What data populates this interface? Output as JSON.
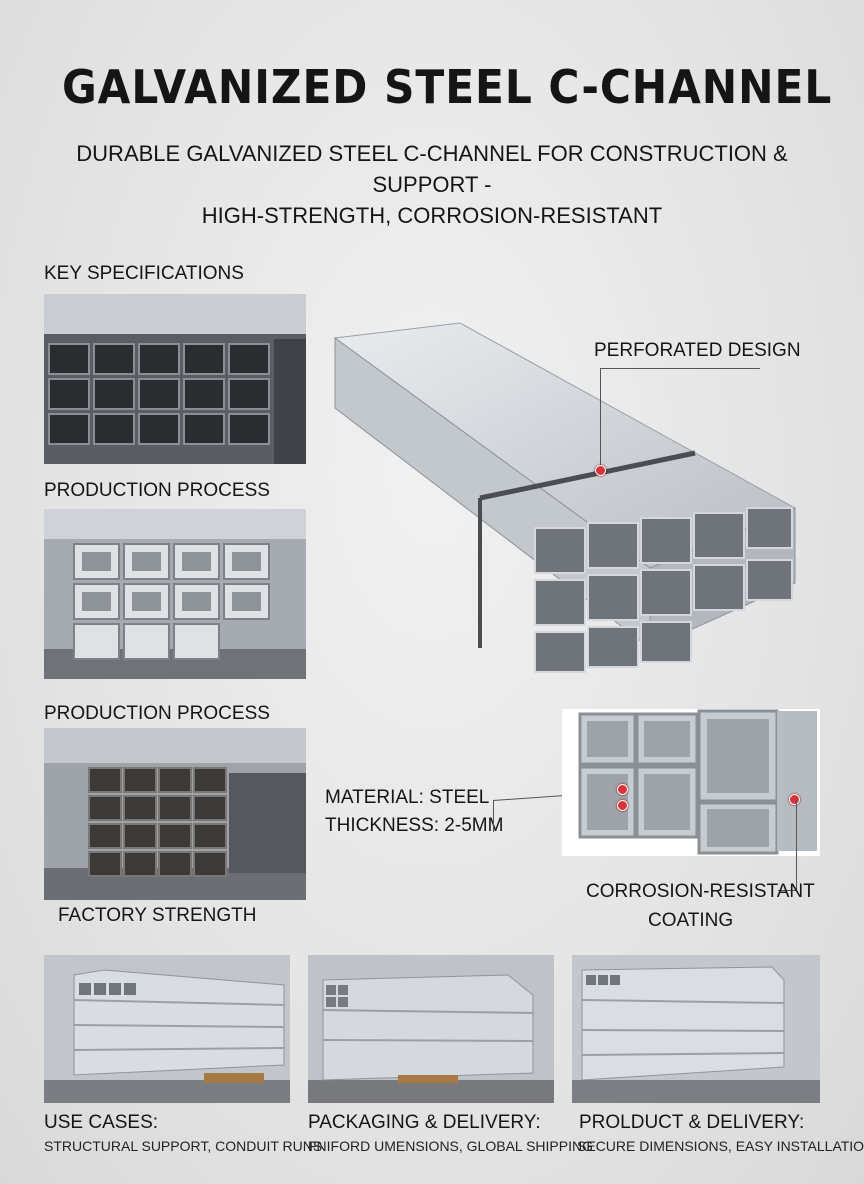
{
  "title": "GALVANIZED STEEL C-CHANNEL",
  "subtitle_line1": "DURABLE GALVANIZED STEEL C-CHANNEL FOR CONSTRUCTION & SUPPORT -",
  "subtitle_line2": "HIGH-STRENGTH, CORROSION-RESISTANT",
  "left_column": {
    "key_specifications": "KEY SPECIFICATIONS",
    "production_process_1": "PRODUCTION PROCESS",
    "production_process_2": "PRODUCTION PROCESS",
    "factory_strength": "FACTORY STRENGTH"
  },
  "callouts": {
    "perforated_design": "PERFORATED DESIGN",
    "material": "MATERIAL: STEEL",
    "thickness": "THICKNESS: 2-5MM",
    "corrosion_line1": "CORROSION-RESISTANT",
    "corrosion_line2": "COATING"
  },
  "bottom_cards": [
    {
      "heading": "USE CASES:",
      "detail": "STRUCTURAL SUPPORT, CONDUIT RUNS"
    },
    {
      "heading": "PACKAGING & DELIVERY:",
      "detail": "FNIFORD UMENSIONS, GLOBAL SHIPPING"
    },
    {
      "heading": "PROLDUCT & DELIVERY:",
      "detail": "SECURE DIMENSIONS, EASY INSTALLATION"
    }
  ],
  "colors": {
    "accent_dot": "#d8323a",
    "steel": "#b9bec4",
    "dark_steel": "#4a4d52"
  }
}
